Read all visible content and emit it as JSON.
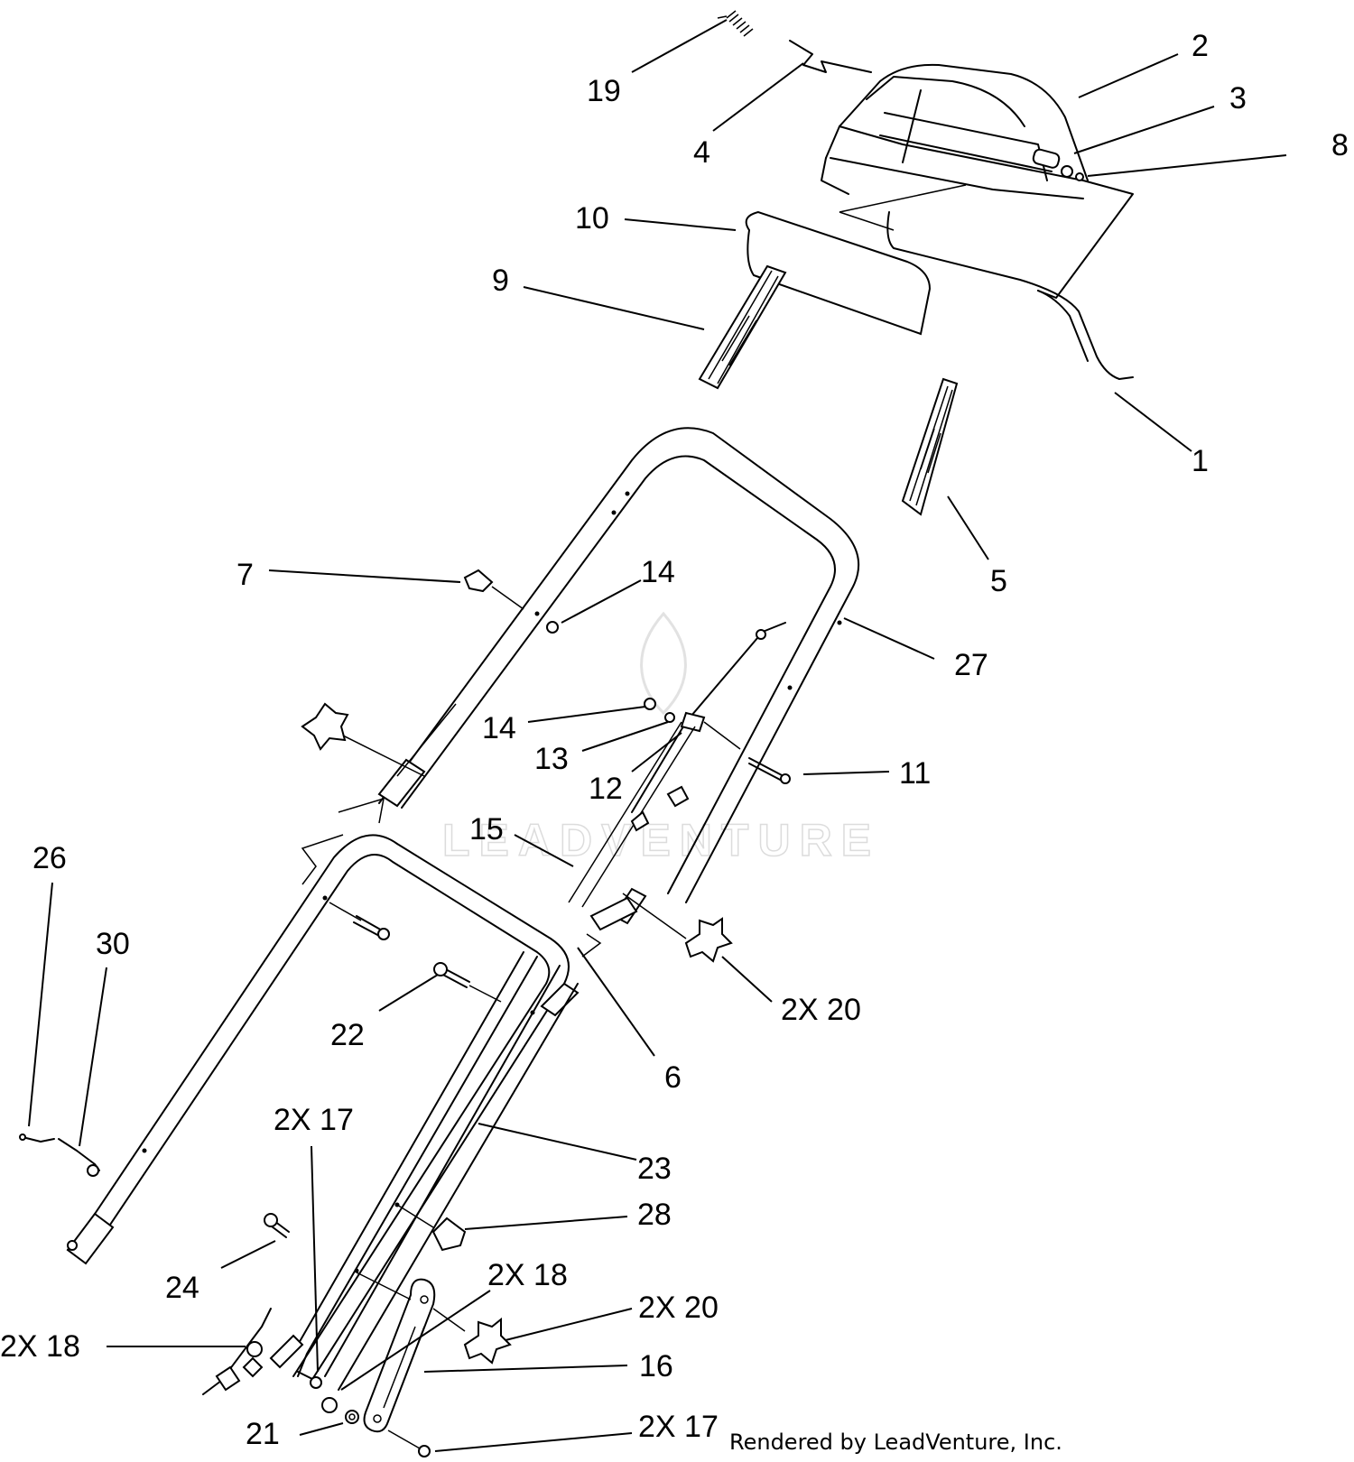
{
  "labels": {
    "l1": "1",
    "l2": "2",
    "l3": "3",
    "l4": "4",
    "l5": "5",
    "l6": "6",
    "l7": "7",
    "l8": "8",
    "l9": "9",
    "l10": "10",
    "l11": "11",
    "l12": "12",
    "l13": "13",
    "l14a": "14",
    "l14b": "14",
    "l15": "15",
    "l16": "16",
    "l17a": "2X 17",
    "l17b": "2X 17",
    "l18a": "2X 18",
    "l18b": "2X 18",
    "l19": "19",
    "l20a": "2X 20",
    "l20b": "2X 20",
    "l21": "21",
    "l22": "22",
    "l23": "23",
    "l24": "24",
    "l26": "26",
    "l27": "27",
    "l28": "28",
    "l30": "30"
  },
  "watermark": "LEADVENTURE",
  "credit": "Rendered by LeadVenture, Inc."
}
